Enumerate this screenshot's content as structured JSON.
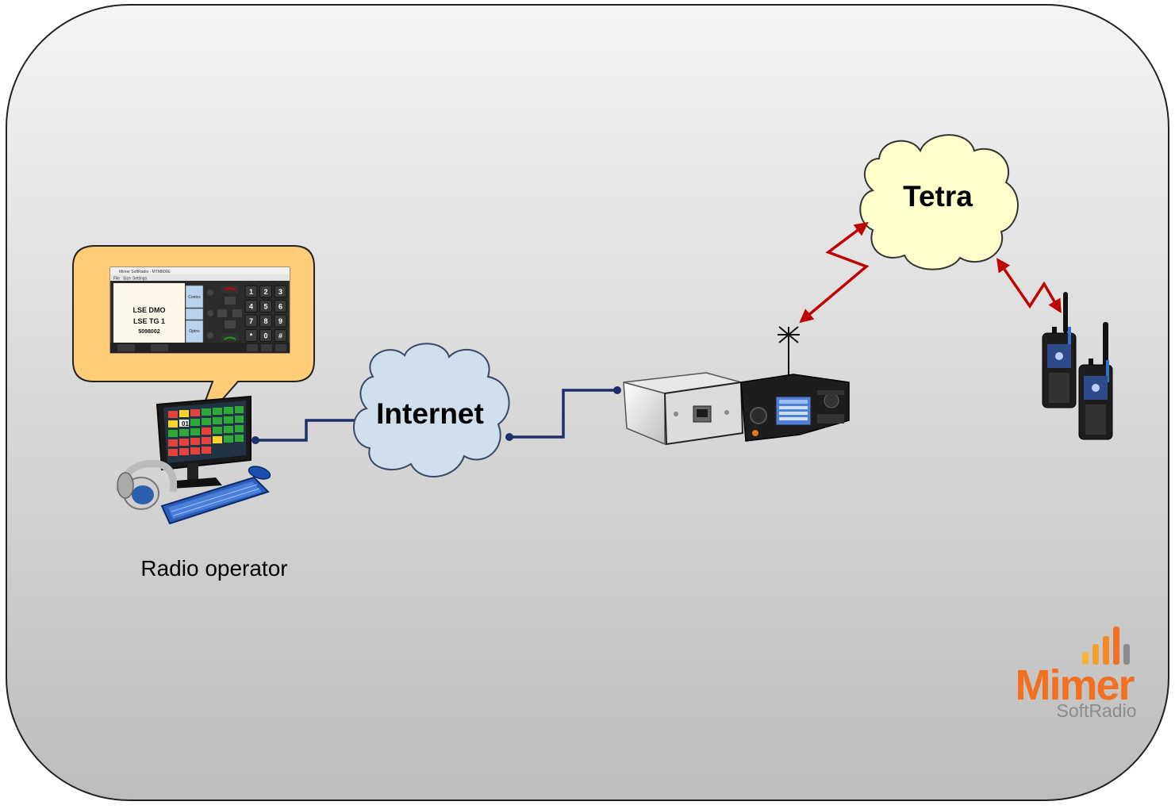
{
  "clouds": {
    "internet": "Internet",
    "tetra": "Tetra"
  },
  "operator": {
    "label": "Radio operator"
  },
  "softradio_window": {
    "title": "Mimer SoftRadio - MTM800E",
    "menu": [
      "File",
      "Size",
      "Settings"
    ],
    "display_lines": [
      "LSE DMO",
      "LSE TG 1",
      "5098002"
    ],
    "side_buttons": [
      "Contcs",
      "Optns"
    ],
    "keypad": [
      "1",
      "2",
      "3",
      "4",
      "5",
      "6",
      "7",
      "8",
      "9",
      "*",
      "0",
      "#"
    ],
    "monitor_small_text": "01"
  },
  "logo": {
    "brand": "Mimer",
    "sub": "SoftRadio"
  },
  "colors": {
    "internet_cloud": "#cfe0ec",
    "tetra_cloud": "#ffffcc",
    "popup_bg": "#ffcc77",
    "link_line": "#1f2f6b",
    "radio_link": "#c00000",
    "logo_orange": "#f37021",
    "logo_gray": "#8c8c8c"
  }
}
